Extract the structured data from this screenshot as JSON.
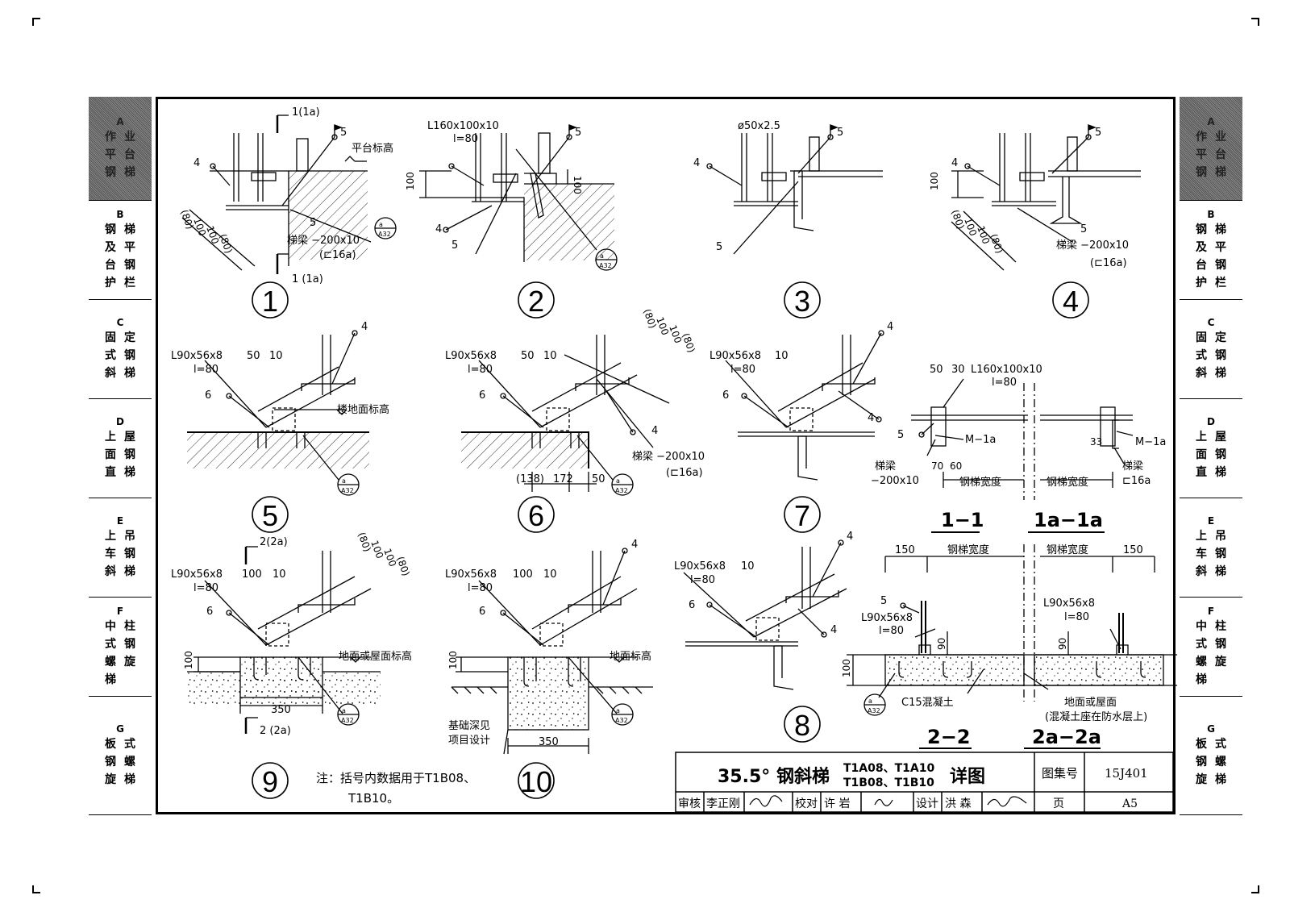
{
  "left_tabs": [
    {
      "letter": "A",
      "text": "作业平台钢梯",
      "active": true
    },
    {
      "letter": "B",
      "text": "钢梯及平台钢护栏",
      "active": false
    },
    {
      "letter": "C",
      "text": "固定式钢斜梯",
      "active": false
    },
    {
      "letter": "D",
      "text": "上屋面钢直梯",
      "active": false
    },
    {
      "letter": "E",
      "text": "上吊车钢斜梯",
      "active": false
    },
    {
      "letter": "F",
      "text": "中柱式钢螺旋梯",
      "active": false
    },
    {
      "letter": "G",
      "text": "板式钢螺旋梯",
      "active": false
    }
  ],
  "right_tabs": [
    {
      "letter": "A",
      "text": "作业平台钢梯",
      "active": true
    },
    {
      "letter": "B",
      "text": "钢梯及平台钢护栏",
      "active": false
    },
    {
      "letter": "C",
      "text": "固定式钢斜梯",
      "active": false
    },
    {
      "letter": "D",
      "text": "上屋面钢直梯",
      "active": false
    },
    {
      "letter": "E",
      "text": "上吊车钢斜梯",
      "active": false
    },
    {
      "letter": "F",
      "text": "中柱式钢螺旋梯",
      "active": false
    },
    {
      "letter": "G",
      "text": "板式钢螺旋梯",
      "active": false
    }
  ],
  "details": {
    "d1": {
      "num": "1",
      "section_top": "1(1a)",
      "section_bot": "1 (1a)",
      "weld4": "4",
      "weld5a": "5",
      "weld5b": "5",
      "platform": "平台标高",
      "dim1": "(80)",
      "dim2": "100",
      "dim3": "100",
      "dim4": "(80)",
      "beam": "梯梁 −200x10",
      "beam_alt": "(⊏16a)",
      "ref_top": "a",
      "ref_bot": "A32"
    },
    "d2": {
      "num": "2",
      "angle": "L160x100x10",
      "len": "l=80",
      "weld5": "5",
      "dim100a": "100",
      "dim100b": "100",
      "weld4": "4",
      "weld5b": "5",
      "ref_top": "a",
      "ref_bot": "A32"
    },
    "d3": {
      "num": "3",
      "pipe": "ø50x2.5",
      "weld5": "5",
      "weld4": "4",
      "weld5b": "5"
    },
    "d4": {
      "num": "4",
      "weld5": "5",
      "weld4": "4",
      "dim100": "100",
      "dim1": "(80)",
      "dim2": "100",
      "dim3": "100",
      "dim4": "(80)",
      "weld5b": "5",
      "beam": "梯梁 −200x10",
      "beam_alt": "(⊏16a)"
    },
    "d5": {
      "num": "5",
      "angle": "L90x56x8",
      "len": "l=80",
      "d50": "50",
      "d10": "10",
      "weld6": "6",
      "weld4": "4",
      "floor": "楼地面标高",
      "ref_top": "a",
      "ref_bot": "A32"
    },
    "d6": {
      "num": "6",
      "angle": "L90x56x8",
      "len": "l=80",
      "d50": "50",
      "d10": "10",
      "weld6": "6",
      "weld4": "4",
      "dim1": "(80)",
      "dim2": "100",
      "dim3": "100",
      "dim4": "(80)",
      "beam": "梯梁 −200x10",
      "beam_alt": "(⊏16a)",
      "d138": "(138)",
      "d172": "172",
      "d50b": "50",
      "ref_top": "a",
      "ref_bot": "A32"
    },
    "d7": {
      "num": "7",
      "angle": "L90x56x8",
      "len": "l=80",
      "d10": "10",
      "weld6": "6",
      "weld4a": "4",
      "weld4b": "4"
    },
    "d8": {
      "num": "8",
      "angle": "L90x56x8",
      "len": "l=80",
      "d10": "10",
      "weld6": "6",
      "weld4a": "4",
      "weld4b": "4"
    },
    "d9": {
      "num": "9",
      "section_top": "2(2a)",
      "section_bot": "2 (2a)",
      "angle": "L90x56x8",
      "len": "l=80",
      "d100": "100",
      "d10": "10",
      "weld6": "6",
      "dim1": "(80)",
      "dim2": "100",
      "dim3": "100",
      "dim4": "(80)",
      "h100": "100",
      "ground": "地面或屋面标高",
      "d350": "350",
      "ref_top": "a",
      "ref_bot": "A32"
    },
    "d10": {
      "num": "10",
      "angle": "L90x56x8",
      "len": "l=80",
      "d100": "100",
      "d10": "10",
      "weld6": "6",
      "weld4": "4",
      "h100": "100",
      "ground": "地面标高",
      "found": "基础深见",
      "found2": "项目设计",
      "d350": "350",
      "ref_top": "a",
      "ref_bot": "A32"
    },
    "s11": {
      "title": "1−1",
      "title_a": "1a−1a",
      "d50": "50",
      "d30": "30",
      "angle": "L160x100x10",
      "len": "l=80",
      "weld5": "5",
      "m1a": "M−1a",
      "m1a_b": "M−1a",
      "beam_l": "梯梁",
      "beam_l2": "−200x10",
      "d70": "70",
      "d60": "60",
      "width_l": "钢梯宽度",
      "width_r": "钢梯宽度",
      "d33": "33",
      "beam_r": "梯梁",
      "beam_r2": "⊏16a"
    },
    "s22": {
      "title": "2−2",
      "title_a": "2a−2a",
      "d150l": "150",
      "d150r": "150",
      "width_l": "钢梯宽度",
      "width_r": "钢梯宽度",
      "weld5": "5",
      "angle_l": "L90x56x8",
      "len_l": "l=80",
      "angle_r": "L90x56x8",
      "len_r": "l=80",
      "d90l": "90",
      "d90r": "90",
      "h100": "100",
      "concrete": "C15混凝土",
      "ground": "地面或屋面",
      "ground2": "(混凝土座在防水层上)",
      "ref_top": "a",
      "ref_bot": "A32"
    }
  },
  "note": {
    "line1": "注：括号内数据用于T1B08、",
    "line2": "T1B10。"
  },
  "title_block": {
    "title_pre": "35.5° 钢斜梯",
    "models1": "T1A08、T1A10",
    "models2": "T1B08、T1B10",
    "title_post": "详图",
    "atlas_label": "图集号",
    "atlas_no": "15J401",
    "page_label": "页",
    "page_no": "A5",
    "review_label": "审核",
    "reviewer": "李正刚",
    "check_label": "校对",
    "checker": "许 岩",
    "design_label": "设计",
    "designer": "洪 森"
  }
}
